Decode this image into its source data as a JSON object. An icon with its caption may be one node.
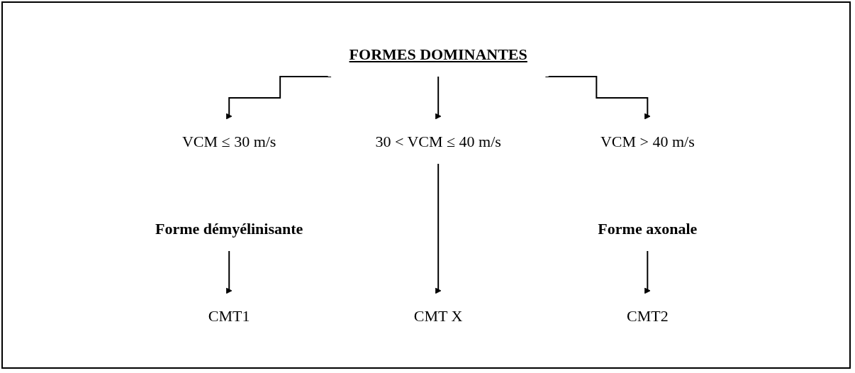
{
  "diagram": {
    "nodes": [
      {
        "text": [
          "FORMES DOMINANTES"
        ]
      },
      {
        "text": [
          "VCM ≤ 30 m/s"
        ]
      },
      {
        "text": [
          "30 < VCM ≤ 40 m/s"
        ]
      },
      {
        "text": [
          "VCM > 40 m/s"
        ]
      },
      {
        "text": [
          "Forme démyélinisante"
        ]
      },
      {
        "text": [
          "Forme axonale"
        ]
      },
      {
        "text": [
          "CMT1"
        ]
      },
      {
        "text": [
          "CMT X"
        ]
      },
      {
        "text": [
          "CMT2"
        ]
      }
    ],
    "edges": [
      {
        "from": 0,
        "to": 1,
        "arrow": "to"
      },
      {
        "from": 0,
        "to": 2,
        "arrow": "to"
      },
      {
        "from": 0,
        "to": 3,
        "arrow": "to"
      },
      {
        "from": 4,
        "to": 6,
        "arrow": "to"
      },
      {
        "from": 2,
        "to": 7,
        "arrow": "to"
      },
      {
        "from": 5,
        "to": 8,
        "arrow": "to"
      }
    ]
  }
}
